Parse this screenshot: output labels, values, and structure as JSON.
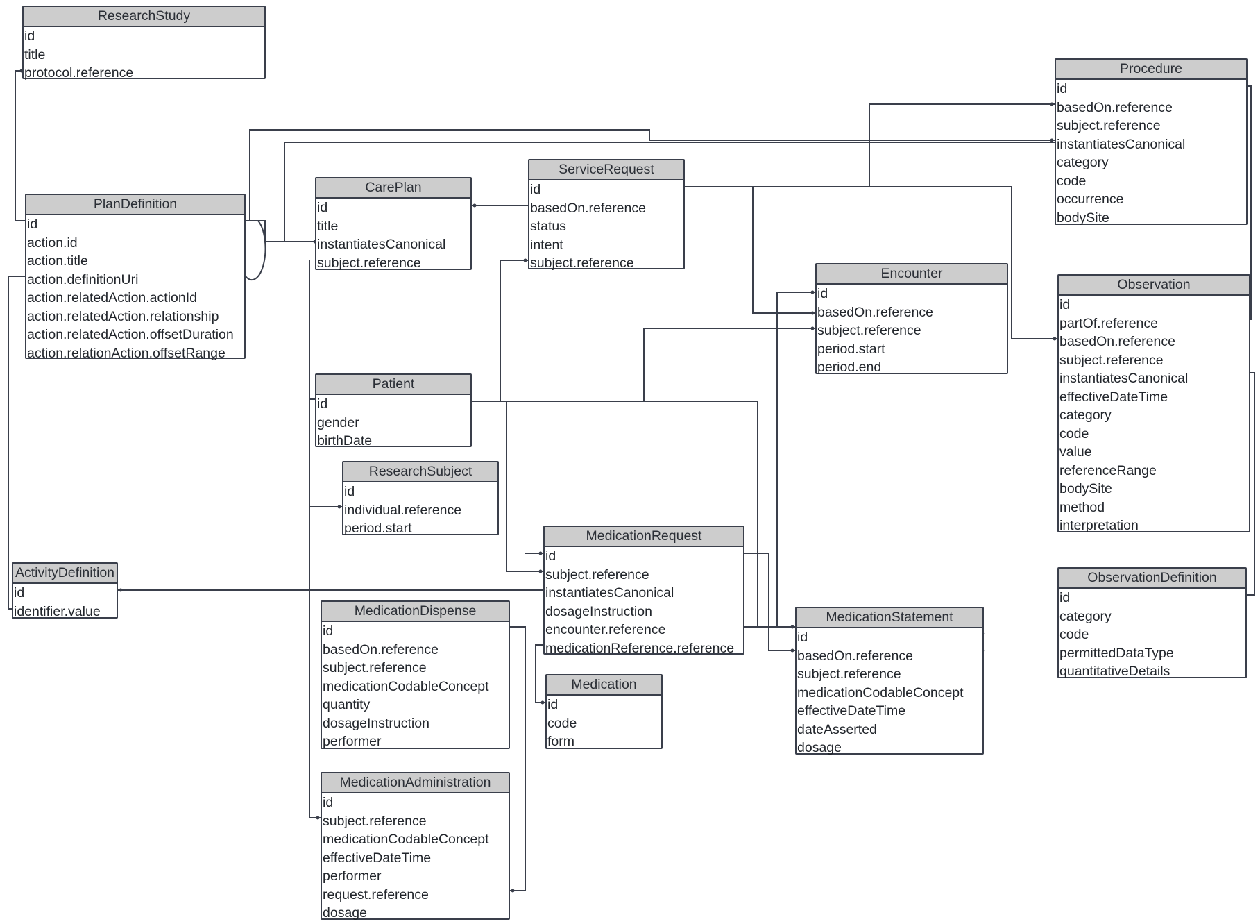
{
  "diagram": {
    "line_color": "#3a3f4b",
    "header_color": "#cdcdcd",
    "entities": [
      {
        "key": "ResearchStudy",
        "title": "ResearchStudy",
        "fields": [
          "id",
          "title",
          "protocol.reference"
        ]
      },
      {
        "key": "PlanDefinition",
        "title": "PlanDefinition",
        "fields": [
          "id",
          "action.id",
          "action.title",
          "action.definitionUri",
          "action.relatedAction.actionId",
          "action.relatedAction.relationship",
          "action.relatedAction.offsetDuration",
          "action.relationAction.offsetRange"
        ]
      },
      {
        "key": "CarePlan",
        "title": "CarePlan",
        "fields": [
          "id",
          "title",
          "instantiatesCanonical",
          "subject.reference"
        ]
      },
      {
        "key": "ServiceRequest",
        "title": "ServiceRequest",
        "fields": [
          "id",
          "basedOn.reference",
          "status",
          "intent",
          "subject.reference"
        ]
      },
      {
        "key": "Procedure",
        "title": "Procedure",
        "fields": [
          "id",
          "basedOn.reference",
          "subject.reference",
          "instantiatesCanonical",
          "category",
          "code",
          "occurrence",
          "bodySite"
        ]
      },
      {
        "key": "Encounter",
        "title": "Encounter",
        "fields": [
          "id",
          "basedOn.reference",
          "subject.reference",
          "period.start",
          "period.end"
        ]
      },
      {
        "key": "Observation",
        "title": "Observation",
        "fields": [
          "id",
          "partOf.reference",
          "basedOn.reference",
          "subject.reference",
          "instantiatesCanonical",
          "effectiveDateTime",
          "category",
          "code",
          "value",
          "referenceRange",
          "bodySite",
          "method",
          "interpretation"
        ]
      },
      {
        "key": "Patient",
        "title": "Patient",
        "fields": [
          "id",
          "gender",
          "birthDate"
        ]
      },
      {
        "key": "ResearchSubject",
        "title": "ResearchSubject",
        "fields": [
          "id",
          "individual.reference",
          "period.start"
        ]
      },
      {
        "key": "ActivityDefinition",
        "title": "ActivityDefinition",
        "fields": [
          "id",
          "identifier.value"
        ]
      },
      {
        "key": "MedicationRequest",
        "title": "MedicationRequest",
        "fields": [
          "id",
          "subject.reference",
          "instantiatesCanonical",
          "dosageInstruction",
          "encounter.reference",
          "medicationReference.reference"
        ]
      },
      {
        "key": "MedicationDispense",
        "title": "MedicationDispense",
        "fields": [
          "id",
          "basedOn.reference",
          "subject.reference",
          "medicationCodableConcept",
          "quantity",
          "dosageInstruction",
          "performer"
        ]
      },
      {
        "key": "Medication",
        "title": "Medication",
        "fields": [
          "id",
          "code",
          "form"
        ]
      },
      {
        "key": "MedicationStatement",
        "title": "MedicationStatement",
        "fields": [
          "id",
          "basedOn.reference",
          "subject.reference",
          "medicationCodableConcept",
          "effectiveDateTime",
          "dateAsserted",
          "dosage"
        ]
      },
      {
        "key": "MedicationAdministration",
        "title": "MedicationAdministration",
        "fields": [
          "id",
          "subject.reference",
          "medicationCodableConcept",
          "effectiveDateTime",
          "performer",
          "request.reference",
          "dosage"
        ]
      },
      {
        "key": "ObservationDefinition",
        "title": "ObservationDefinition",
        "fields": [
          "id",
          "category",
          "code",
          "permittedDataType",
          "quantitativeDetails"
        ]
      }
    ]
  }
}
